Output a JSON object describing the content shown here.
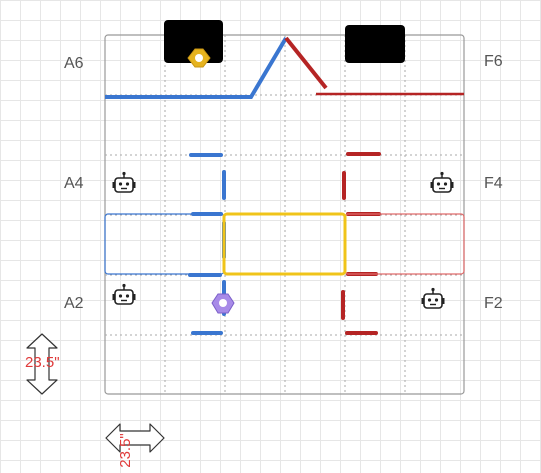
{
  "labels": {
    "a6": "A6",
    "a4": "A4",
    "a2": "A2",
    "f6": "F6",
    "f4": "F4",
    "f2": "F2"
  },
  "dimensions": {
    "vertical": "23.5\"",
    "horizontal": "23.5\""
  },
  "colors": {
    "blue_alliance": "#3a76d0",
    "red_alliance": "#b52424",
    "yellow_zone": "#f0c419",
    "hex_yellow": "#e6b31e",
    "hex_purple": "#a88be8",
    "dimension_text": "#e03a3a",
    "grid": "#e6e6e6"
  },
  "icons": [
    "robot-icon",
    "hex-element-icon",
    "double-arrow-icon"
  ]
}
